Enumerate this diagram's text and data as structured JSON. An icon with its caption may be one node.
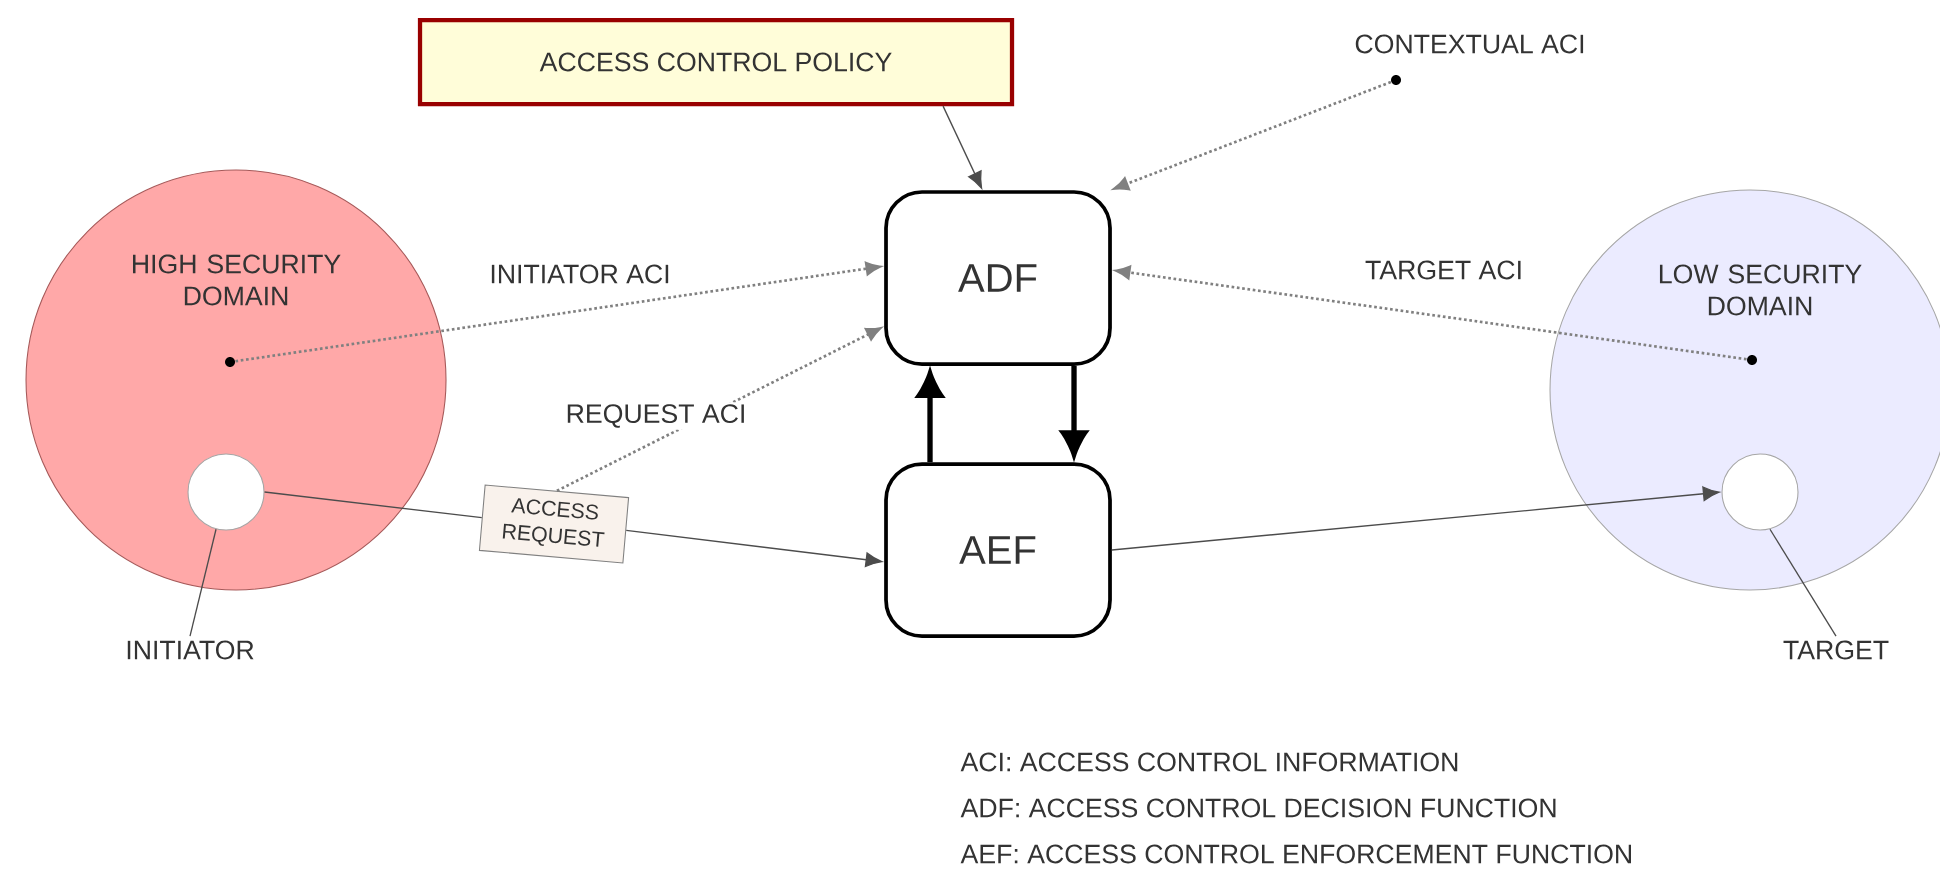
{
  "diagram": {
    "nodes": [
      {
        "text": [
          "ACCESS CONTROL POLICY"
        ]
      },
      {
        "text": [
          "ADF"
        ]
      },
      {
        "text": [
          "AEF"
        ]
      },
      {
        "text": [
          "HIGH SECURITY DOMAIN"
        ]
      },
      {
        "text": [],
        "shape": "circle",
        "in": 3
      },
      {
        "text": [],
        "shape": "circle",
        "in": 3
      },
      {
        "text": [
          "LOW SECURITY DOMAIN"
        ]
      },
      {
        "text": [],
        "shape": "circle",
        "in": 6
      },
      {
        "text": [],
        "shape": "circle",
        "in": 6
      },
      {
        "text": [
          "ACCESS REQUEST"
        ]
      },
      {
        "text": [
          "INITIATOR"
        ]
      },
      {
        "text": [
          "TARGET"
        ]
      },
      {
        "text": [],
        "shape": "circle"
      }
    ],
    "edges": [
      {
        "from": 0,
        "to": 1,
        "arrow": "to"
      },
      {
        "from": 12,
        "to": 1,
        "arrow": "to",
        "style": "dashed",
        "label": "CONTEXTUAL ACI"
      },
      {
        "from": 5,
        "to": 1,
        "arrow": "to",
        "style": "dashed",
        "label": "INITIATOR ACI"
      },
      {
        "from": 8,
        "to": 1,
        "arrow": "to",
        "style": "dashed",
        "label": "TARGET ACI"
      },
      {
        "from": 9,
        "to": 1,
        "arrow": "to",
        "style": "dashed",
        "label": "REQUEST ACI"
      },
      {
        "from": 2,
        "to": 1,
        "arrow": "to",
        "style": "thick"
      },
      {
        "from": 1,
        "to": 2,
        "arrow": "to",
        "style": "thick"
      },
      {
        "from": 4,
        "to": 9,
        "arrow": "none"
      },
      {
        "from": 9,
        "to": 2,
        "arrow": "to"
      },
      {
        "from": 2,
        "to": 7,
        "arrow": "to"
      },
      {
        "from": 10,
        "to": 4,
        "arrow": "none"
      },
      {
        "from": 11,
        "to": 7,
        "arrow": "none"
      }
    ],
    "labels": [
      "ACI: ACCESS CONTROL INFORMATION",
      "ADF: ACCESS CONTROL DECISION FUNCTION",
      "AEF: ACCESS CONTROL ENFORCEMENT FUNCTION"
    ]
  }
}
